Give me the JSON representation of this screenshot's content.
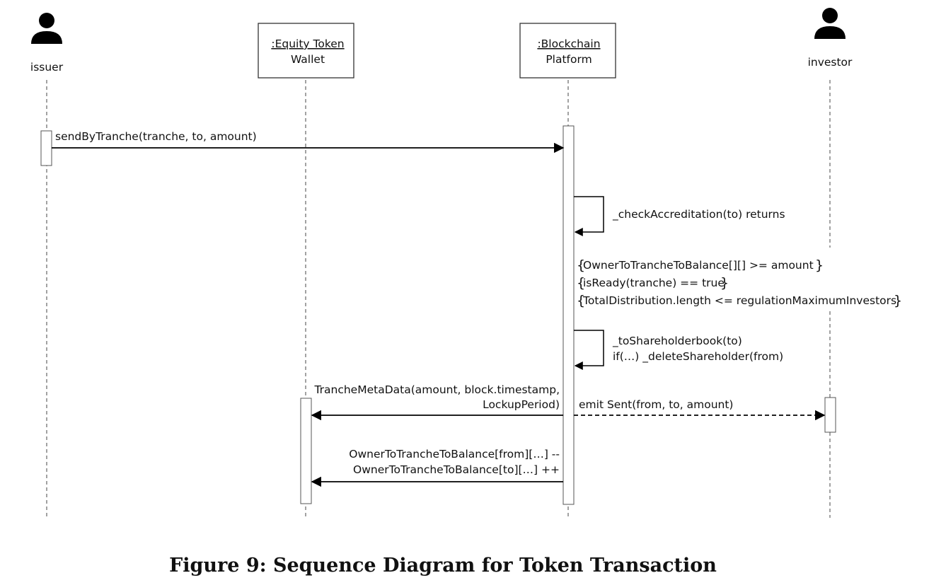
{
  "actors": {
    "issuer": {
      "label": "issuer",
      "icon": "person-icon"
    },
    "wallet": {
      "title": ":Equity Token",
      "subtitle": "Wallet"
    },
    "platform": {
      "title": ":Blockchain",
      "subtitle": "Platform"
    },
    "investor": {
      "label": "investor",
      "icon": "person-icon"
    }
  },
  "messages": {
    "send_by_tranche": "sendByTranche(tranche, to, amount)",
    "check_accreditation": "_checkAccreditation(to) returns",
    "guard_1": "OwnerToTrancheToBalance[][] >= amount",
    "guard_2": "isReady(tranche) == true",
    "guard_3": "TotalDistribution.length <= regulationMaximumInvestors",
    "shareholderbook_1": "_toShareholderbook(to)",
    "shareholderbook_2": "if(…) _deleteShareholder(from)",
    "meta_1": "TrancheMetaData(amount, block.timestamp,",
    "meta_2": "LockupPeriod)",
    "emit_sent": "emit Sent(from, to, amount)",
    "balance_1": "OwnerToTrancheToBalance[from][…] --",
    "balance_2": "OwnerToTrancheToBalance[to][…] ++"
  },
  "caption": "Figure 9: Sequence Diagram for Token Transaction"
}
